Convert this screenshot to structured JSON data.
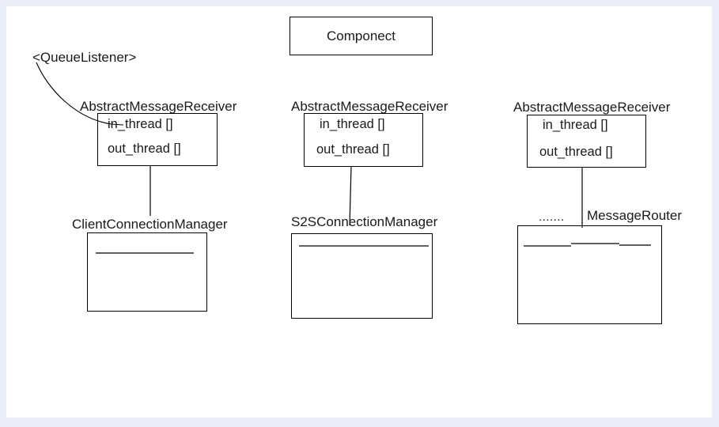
{
  "canvas": {
    "background_color": "#ffffff",
    "page_background_color": "#eaeefa",
    "stroke_color": "#000000",
    "text_color": "#1a1a1a"
  },
  "diagram": {
    "type": "class-diagram",
    "title_box": {
      "label": "Componect"
    },
    "annotations": [
      {
        "name": "queue-listener",
        "label": "<QueueListener>"
      },
      {
        "name": "ellipsis",
        "label": "......."
      }
    ],
    "columns": [
      {
        "name": "client",
        "receiver": {
          "label": "AbstractMessageReceiver",
          "attributes": [
            "in_thread []",
            "out_thread []"
          ]
        },
        "manager": {
          "label": "ClientConnectionManager"
        }
      },
      {
        "name": "s2s",
        "receiver": {
          "label": "AbstractMessageReceiver",
          "attributes": [
            "in_thread  []",
            "out_thread []"
          ]
        },
        "manager": {
          "label": "S2SConnectionManager"
        }
      },
      {
        "name": "router",
        "receiver": {
          "label": "AbstractMessageReceiver",
          "attributes": [
            "in_thread  []",
            "out_thread []"
          ]
        },
        "manager": {
          "label": "MessageRouter"
        }
      }
    ]
  }
}
